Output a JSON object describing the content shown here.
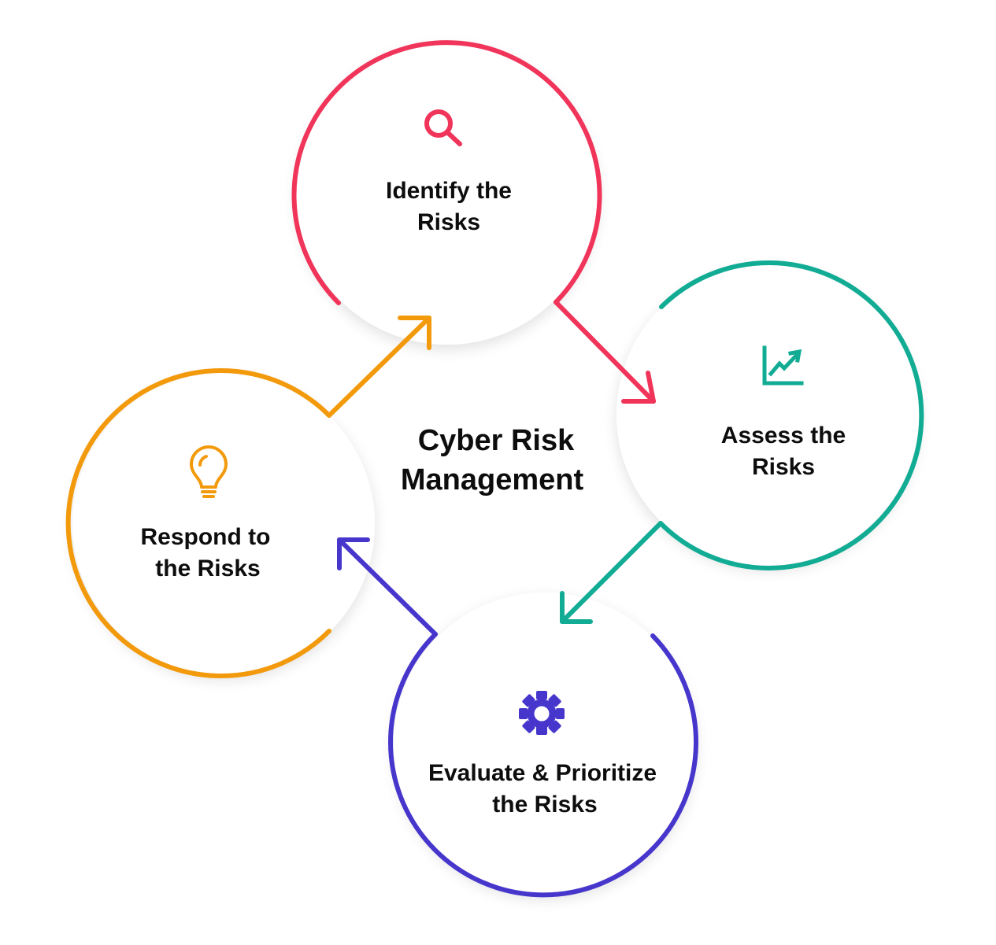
{
  "title": {
    "line1": "Cyber Risk",
    "line2": "Management"
  },
  "stages": [
    {
      "key": "identify",
      "line1": "Identify the",
      "line2": "Risks",
      "icon": "magnifier-icon",
      "color": "#F0345A"
    },
    {
      "key": "assess",
      "line1": "Assess the",
      "line2": "Risks",
      "icon": "trend-chart-icon",
      "color": "#12AC94"
    },
    {
      "key": "evaluate",
      "line1": "Evaluate & Prioritize",
      "line2": "the Risks",
      "icon": "gear-icon",
      "color": "#4736CC"
    },
    {
      "key": "respond",
      "line1": "Respond to",
      "line2": "the Risks",
      "icon": "lightbulb-icon",
      "color": "#F29A0C"
    }
  ]
}
